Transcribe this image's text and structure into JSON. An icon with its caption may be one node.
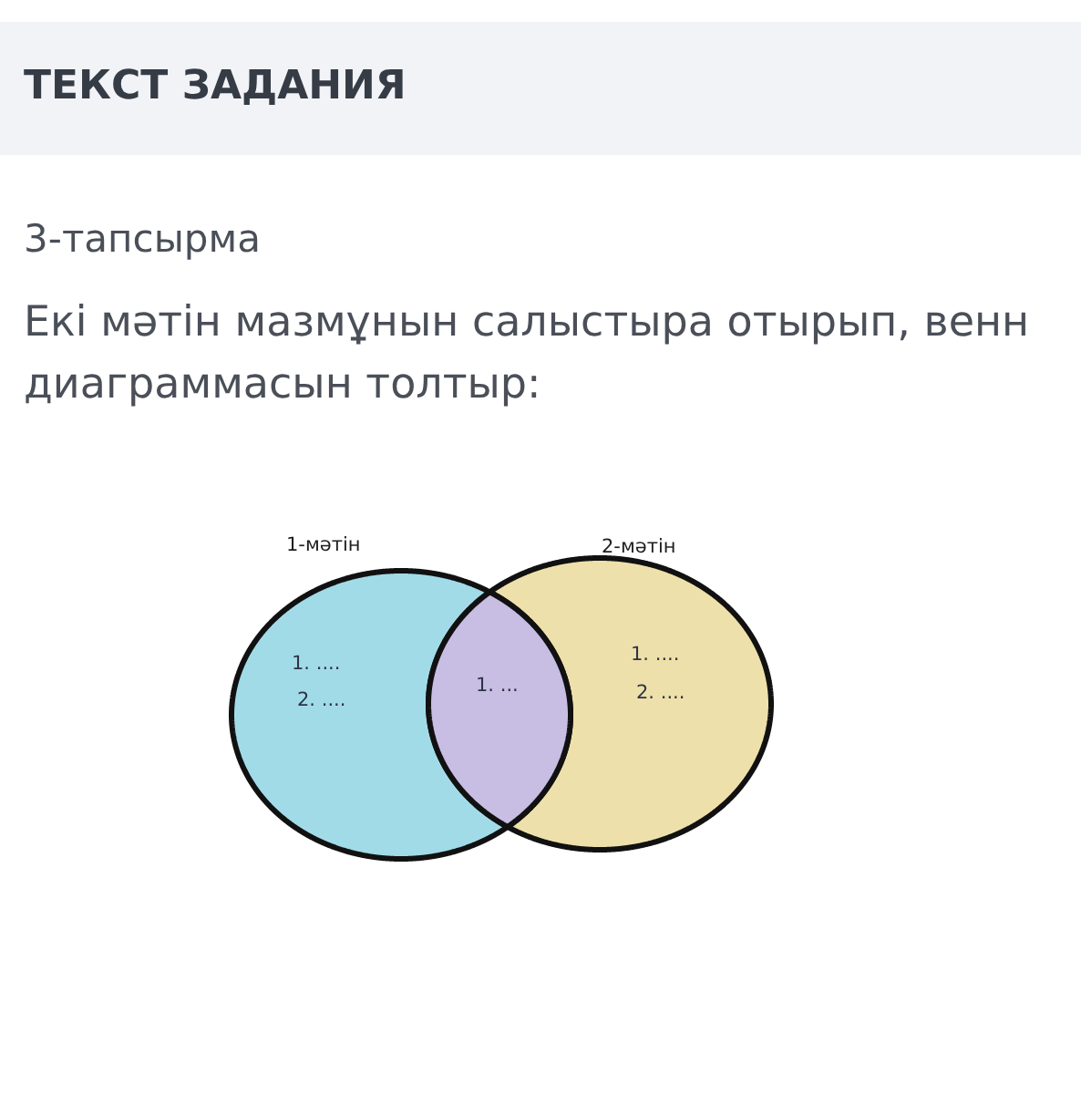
{
  "diagram": {
    "title": "ТЕКСТ ЗАДАНИЯ",
    "nodes": [
      {
        "text": [
          "1-мәтін",
          "1. ....",
          "2. ...."
        ]
      },
      {
        "text": [
          "2-мәтін",
          "1. ....",
          "2. ...."
        ]
      },
      {
        "text": [
          "1. ..."
        ]
      }
    ],
    "labels": [
      "3-тапсырма",
      "Екі мәтін мазмұнын салыстыра отырып, венн диаграммасын толтыр:"
    ]
  }
}
